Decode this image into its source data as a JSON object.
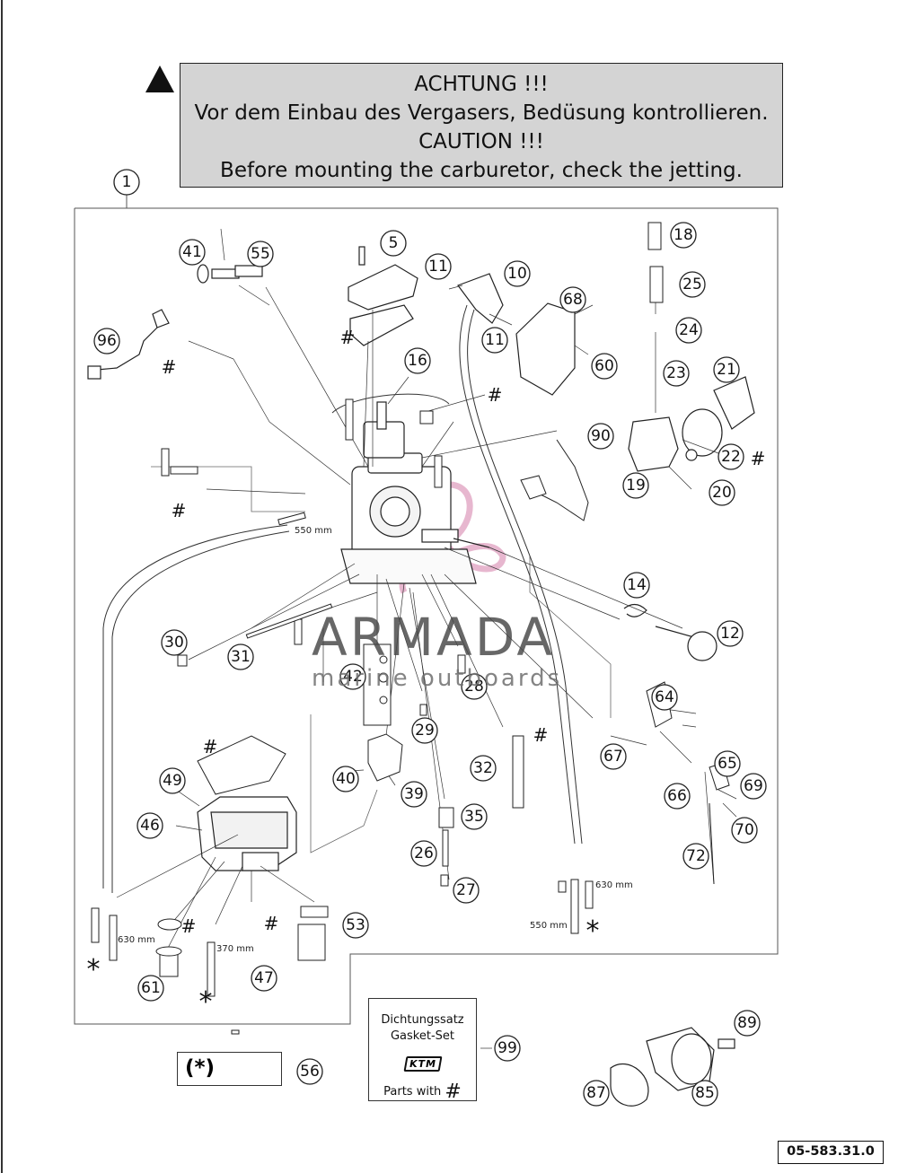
{
  "warning": {
    "line1": "ACHTUNG !!!",
    "line2": "Vor dem Einbau des Vergasers, Bedüsung kontrollieren.",
    "line3": "CAUTION !!!",
    "line4": "Before mounting the carburetor, check the jetting."
  },
  "watermark": {
    "brand": "ARMADA",
    "subtitle": "marine outboards"
  },
  "gasket_set": {
    "line1": "Dichtungssatz",
    "line2": "Gasket-Set",
    "logo": "KTM",
    "parts_with": "Parts with",
    "hash": "#"
  },
  "star_box": {
    "label": "(*)"
  },
  "drawing_code": "05-583.31.0",
  "callouts": {
    "c1": "1",
    "c5": "5",
    "c10": "10",
    "c11a": "11",
    "c11b": "11",
    "c12": "12",
    "c14": "14",
    "c16": "16",
    "c18": "18",
    "c19": "19",
    "c20": "20",
    "c21": "21",
    "c22": "22",
    "c23": "23",
    "c24": "24",
    "c25": "25",
    "c26": "26",
    "c27": "27",
    "c28": "28",
    "c29": "29",
    "c30": "30",
    "c31": "31",
    "c32": "32",
    "c35": "35",
    "c39": "39",
    "c40": "40",
    "c41": "41",
    "c42": "42",
    "c46": "46",
    "c47": "47",
    "c49": "49",
    "c53": "53",
    "c55": "55",
    "c56": "56",
    "c60": "60",
    "c61": "61",
    "c64": "64",
    "c65": "65",
    "c66": "66",
    "c67": "67",
    "c68": "68",
    "c69": "69",
    "c70": "70",
    "c72": "72",
    "c85": "85",
    "c87": "87",
    "c89": "89",
    "c90": "90",
    "c96": "96",
    "c99": "99"
  },
  "dimensions": {
    "d550a": "550 mm",
    "d630a": "630 mm",
    "d370": "370 mm",
    "d630b": "630 mm",
    "d550b": "550 mm"
  },
  "marks": {
    "hash": "#",
    "star": "*"
  },
  "colors": {
    "line": "#111111",
    "watermark_pink": "#e0a0c0",
    "warning_fill": "#d4d4d4"
  }
}
